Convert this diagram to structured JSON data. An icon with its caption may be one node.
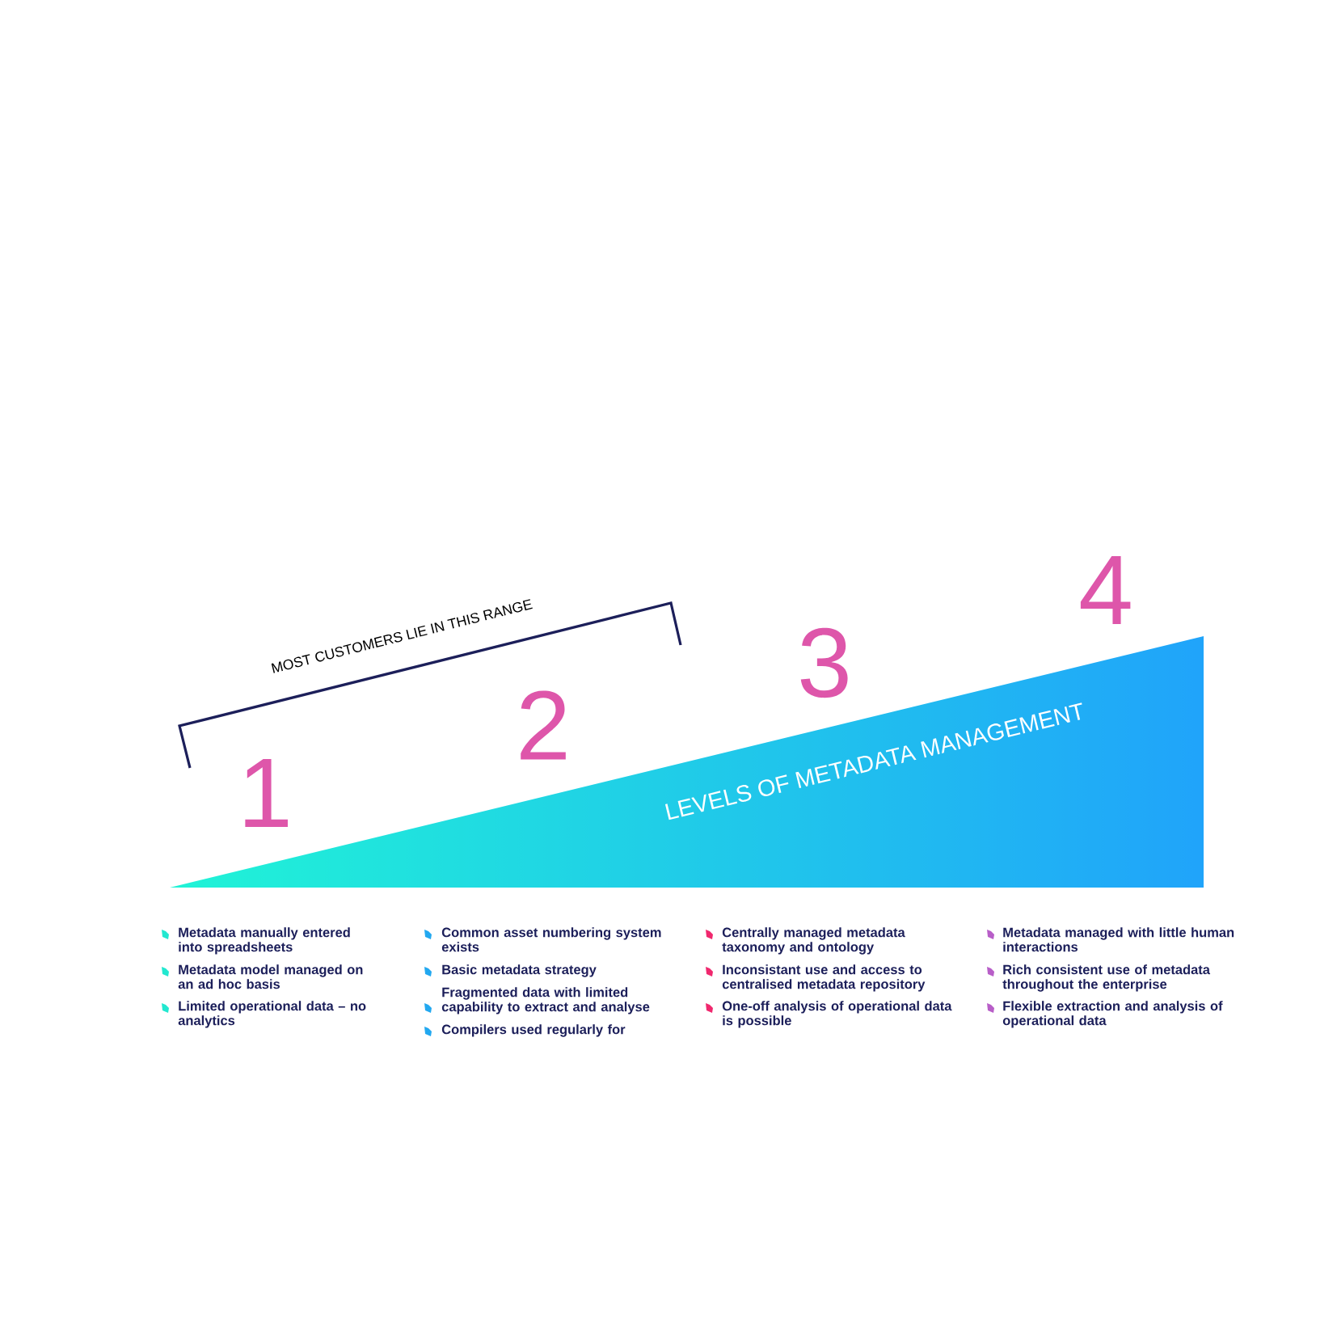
{
  "diagram": {
    "nodes": [
      {
        "text": [
          "LEVELS OF METADATA MANAGEMENT"
        ]
      }
    ],
    "labels": [
      "MOST CUSTOMERS LIE IN THIS RANGE",
      "1",
      "2",
      "3",
      "4",
      "Metadata manually entered into spreadsheets",
      "Metadata model managed on an ad hoc basis",
      "Limited operational data – no analytics",
      "Common asset numbering system exists",
      "Basic metadata strategy",
      "Fragmented data with limited capability to extract and analyse",
      "Compilers used regularly for",
      "Centrally managed metadata taxonomy and ontology",
      "Inconsistant use and access to centralised metadata repository",
      "One-off analysis of operational data is possible",
      "Metadata managed with little human interactions",
      "Rich consistent use of metadata throughout the enterprise",
      "Flexible extraction and analysis of operational data"
    ]
  }
}
